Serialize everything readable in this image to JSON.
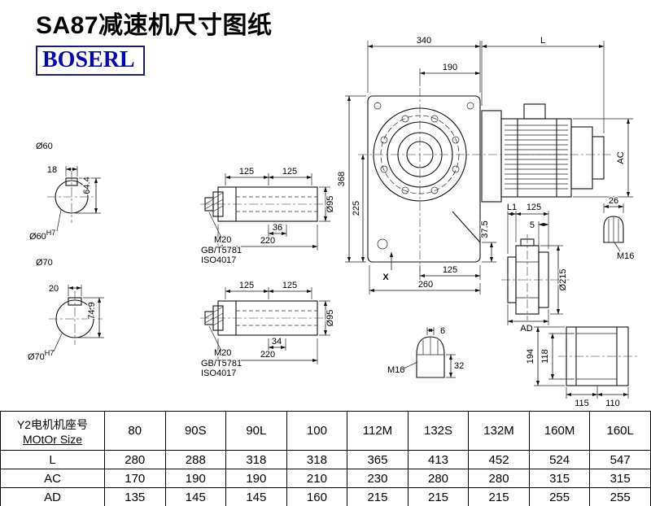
{
  "header": {
    "title": "SA87减速机尺寸图纸",
    "logo": "BOSERL"
  },
  "shaft60": {
    "label": "Ø60",
    "key_width": "18",
    "total_height": "64.4",
    "bore": "Ø60",
    "bore_tol": "H7"
  },
  "shaft70": {
    "label": "Ø70",
    "key_width": "20",
    "total_height": "74.9",
    "bore": "Ø70",
    "bore_tol": "H7"
  },
  "hub_top": {
    "dim_left": "125",
    "dim_right": "125",
    "thread": "M20",
    "std_line1": "GB/T5781",
    "std_line2": "ISO4017",
    "key_len": "36",
    "length": "220",
    "diameter": "Ø95"
  },
  "hub_bottom": {
    "dim_left": "125",
    "dim_right": "125",
    "thread": "M20",
    "std_line1": "GB/T5781",
    "std_line2": "ISO4017",
    "key_len": "34",
    "length": "220",
    "diameter": "Ø95"
  },
  "main_view": {
    "width": "340",
    "motor_length": "L",
    "flange_to_edge": "190",
    "height": "368",
    "center_to_bottom": "225",
    "foot_height": "37.5",
    "bottom_small": "125",
    "bottom_total": "260",
    "x_marker": "X",
    "motor_dia": "AC"
  },
  "side_view": {
    "l1": "L1",
    "dim_125": "125",
    "dim_5": "5",
    "flange_dia": "Ø215",
    "ad": "AD"
  },
  "key_detail_right": {
    "width": "26",
    "thread": "M16"
  },
  "key_detail_bottom": {
    "tip": "6",
    "depth": "32",
    "thread": "M16"
  },
  "output_view": {
    "height": "194",
    "inner_height": "118",
    "bottom_left": "115",
    "bottom_right": "110"
  },
  "table": {
    "header_cn": "Y2电机机座号",
    "header_en": "MOtOr Size",
    "columns": [
      "80",
      "90S",
      "90L",
      "100",
      "112M",
      "132S",
      "132M",
      "160M",
      "160L"
    ],
    "rows": [
      {
        "label": "L",
        "values": [
          "280",
          "288",
          "318",
          "318",
          "365",
          "413",
          "452",
          "524",
          "547"
        ]
      },
      {
        "label": "AC",
        "values": [
          "170",
          "190",
          "190",
          "210",
          "230",
          "280",
          "280",
          "315",
          "315"
        ]
      },
      {
        "label": "AD",
        "values": [
          "135",
          "145",
          "145",
          "160",
          "215",
          "215",
          "215",
          "255",
          "255"
        ]
      }
    ]
  }
}
